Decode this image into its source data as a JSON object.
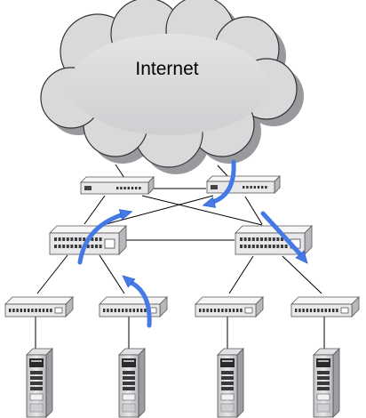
{
  "cloud": {
    "label": "Internet",
    "fill": "#d9d9db",
    "stroke": "#333333"
  },
  "colors": {
    "arrow": "#4479e6",
    "arrow_stroke": "#1e56cc",
    "device_body": "#e8e8ea",
    "device_top": "#f6f6f7",
    "device_side": "#b8b8bc",
    "server_body": "#d6d6da",
    "server_side": "#9c9ca2",
    "link": "#000000"
  },
  "devices": {
    "routers": [
      "router",
      "router"
    ],
    "core_switches": [
      "core-switch",
      "core-switch"
    ],
    "access_switches": [
      "access-switch",
      "access-switch",
      "access-switch",
      "access-switch"
    ],
    "servers": [
      "server",
      "server",
      "server",
      "server"
    ]
  },
  "icons": {
    "traffic_arrow": "curved-arrow-icon"
  }
}
